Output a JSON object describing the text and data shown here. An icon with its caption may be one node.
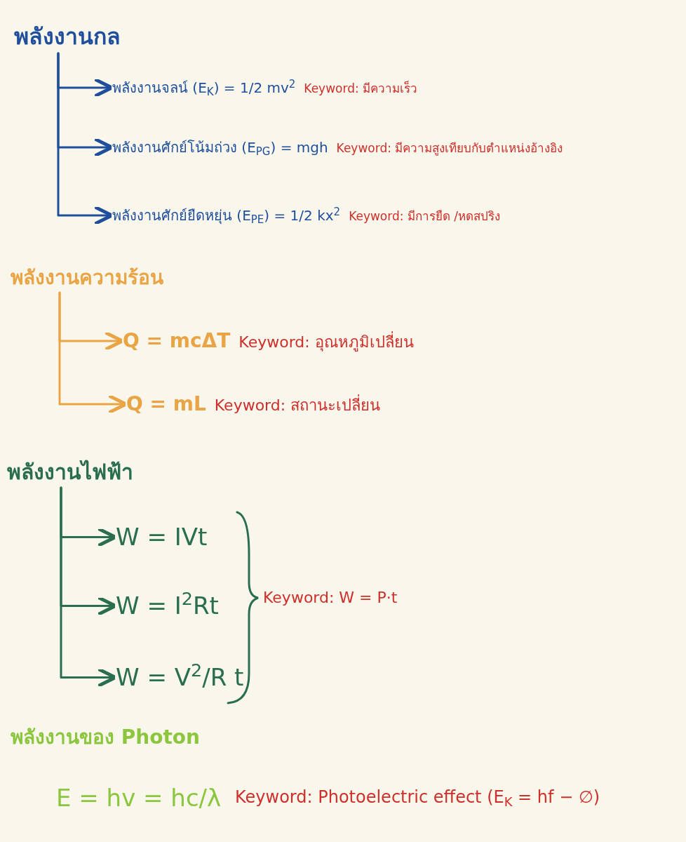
{
  "diagram": {
    "nodes": [
      {
        "text": [
          "พลังงานกล"
        ]
      },
      {
        "text": [
          "พลังงานจลน์ (E$_{K}$) = 1/2 mv$^{2}$"
        ],
        "beside": [
          "Keyword: มีความเร็ว"
        ]
      },
      {
        "text": [
          "พลังงานศักย์โน้มถ่วง (E$_{PG}$) = mgh"
        ],
        "beside": [
          "Keyword: มีความสูงเทียบกับตำแหน่งอ้างอิง"
        ]
      },
      {
        "text": [
          "พลังงานศักย์ยืดหยุ่น (E$_{PE}$) = 1/2 kx$^{2}$"
        ],
        "beside": [
          "Keyword: มีการยืด /หดสปริง"
        ]
      },
      {
        "text": [
          "พลังงานความร้อน"
        ]
      },
      {
        "text": [
          "Q = mcΔT"
        ],
        "beside": [
          "Keyword: อุณหภูมิเปลี่ยน"
        ]
      },
      {
        "text": [
          "Q = mL"
        ],
        "beside": [
          "Keyword: สถานะเปลี่ยน"
        ]
      },
      {
        "text": [
          "พลังงานไฟฟ้า"
        ]
      },
      {
        "text": [
          "W = IVt"
        ]
      },
      {
        "text": [
          "W = I$^{2}$Rt"
        ]
      },
      {
        "text": [
          "W = V$^{2}$/R t"
        ]
      }
    ],
    "edges": [
      {
        "from": 0,
        "to": 1,
        "arrow": "to",
        "color": "#1f4e9c"
      },
      {
        "from": 0,
        "to": 2,
        "arrow": "to",
        "color": "#1f4e9c"
      },
      {
        "from": 0,
        "to": 3,
        "arrow": "to",
        "color": "#1f4e9c"
      },
      {
        "from": 4,
        "to": 5,
        "arrow": "to",
        "color": "#e9a445"
      },
      {
        "from": 4,
        "to": 6,
        "arrow": "to",
        "color": "#e9a445"
      },
      {
        "from": 7,
        "to": 8,
        "arrow": "to",
        "color": "#2a6e4f"
      },
      {
        "from": 7,
        "to": 9,
        "arrow": "to",
        "color": "#2a6e4f"
      },
      {
        "from": 7,
        "to": 10,
        "arrow": "to",
        "color": "#2a6e4f"
      }
    ],
    "labels": [
      "Keyword: W = P·t",
      "พลังงานของ Photon",
      "E = hv = hc/λ",
      "Keyword: Photoelectric effect (E$_{K}$ = hf − ∅)"
    ]
  }
}
